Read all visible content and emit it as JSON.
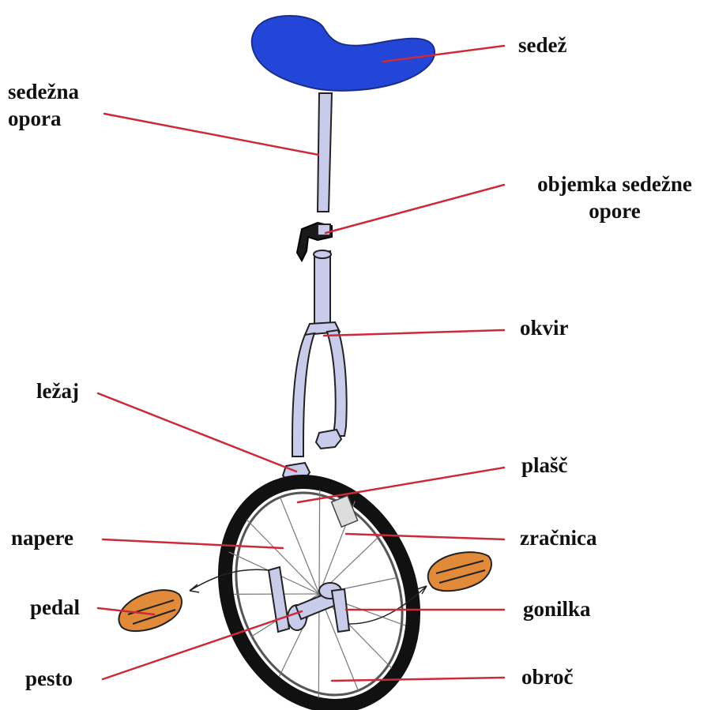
{
  "colors": {
    "leader_line": "#cc2a3a",
    "saddle": "#2446d8",
    "frame": "#c9cbeb",
    "tire": "#111111",
    "pedal": "#e08a3a",
    "outline": "#222222"
  },
  "labels": {
    "sedez": "sedež",
    "sedezna_opora_1": "sedežna",
    "sedezna_opora_2": "opora",
    "objemka_1": "objemka sedežne",
    "objemka_2": "opore",
    "okvir": "okvir",
    "lezaj": "ležaj",
    "plasc": "plašč",
    "napere": "napere",
    "zracnica": "zračnica",
    "pedal": "pedal",
    "gonilka": "gonilka",
    "pesto": "pesto",
    "obroc": "obroč"
  }
}
